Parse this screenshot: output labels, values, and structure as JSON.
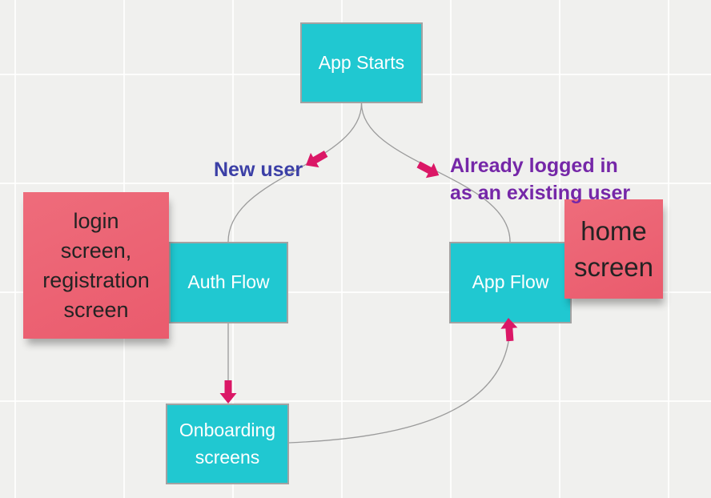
{
  "nodes": {
    "app_starts": {
      "label": "App Starts"
    },
    "auth_flow": {
      "label": "Auth Flow"
    },
    "app_flow": {
      "label": "App Flow"
    },
    "onboarding": {
      "label": "Onboarding screens"
    }
  },
  "stickies": {
    "login_registration": {
      "text": "login\nscreen,\nregistration\nscreen"
    },
    "home_screen": {
      "text": "home\nscreen"
    }
  },
  "edge_labels": {
    "new_user": {
      "text": "New user"
    },
    "existing_user": {
      "text": "Already logged in\nas an existing user"
    }
  },
  "colors": {
    "background": "#f0f0ee",
    "grid_line": "#fbfbfa",
    "node_fill": "#20c8d1",
    "node_border": "#a2a2a2",
    "node_text": "#ffffff",
    "sticky_fill": "#ec6172",
    "sticky_text": "#232323",
    "connector": "#9b9b9b",
    "arrow": "#db1766",
    "label_new_user": "#3b3fa6",
    "label_existing_user": "#7527a8"
  }
}
